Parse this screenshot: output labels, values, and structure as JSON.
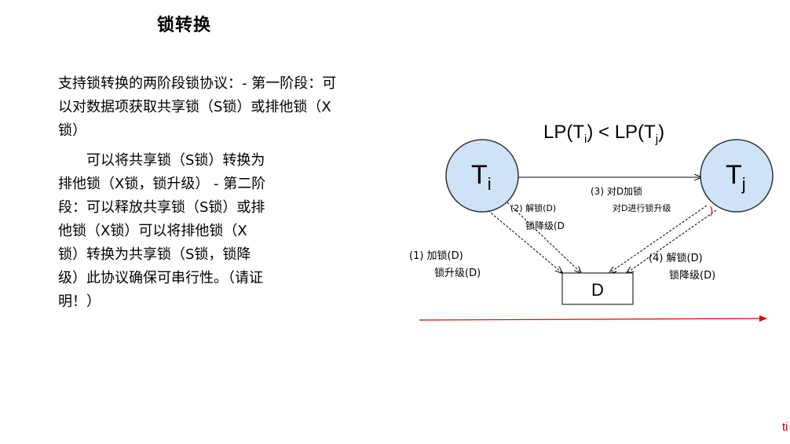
{
  "title": "锁转换",
  "body_lines": [
    "支持锁转换的两阶段锁协议：- 第一阶段：可",
    "以对数据项获取共享锁（S锁）或排他锁（X",
    "锁）",
    "可以将共享锁（S锁）转换为",
    "排他锁（X锁，锁升级） - 第二阶",
    "段：可以释放共享锁（S锁）或排",
    "他锁（X锁）可以将排他锁（X",
    "锁）转换为共享锁（S锁，锁降",
    "级）此协议确保可串行性。（请证",
    "明！）"
  ],
  "diagram": {
    "ti_label": "T",
    "ti_sub": "i",
    "tj_label": "T",
    "tj_sub": "j",
    "d_label": "D",
    "lp_prefix": "LP(T",
    "lp_sub1": "i",
    "lp_middle": ") < LP(T",
    "lp_sub2": "j",
    "lp_suffix": ")",
    "label_1a": "(1) 加锁(D)",
    "label_1b": "锁升级(D)",
    "label_2a": "(2) 解锁(D)",
    "label_2b": "锁降级(D",
    "label_3a": "(3) 对D加锁",
    "label_3b": "对D进行锁升级",
    "label_4a": "(4) 解锁(D)",
    "label_4b": "锁降级(D)",
    "red_mark": ")",
    "corner_text": "ti",
    "colors": {
      "circle_fill": "#cfe3f7",
      "circle_stroke": "#333333",
      "time_axis": "#e00000"
    }
  }
}
